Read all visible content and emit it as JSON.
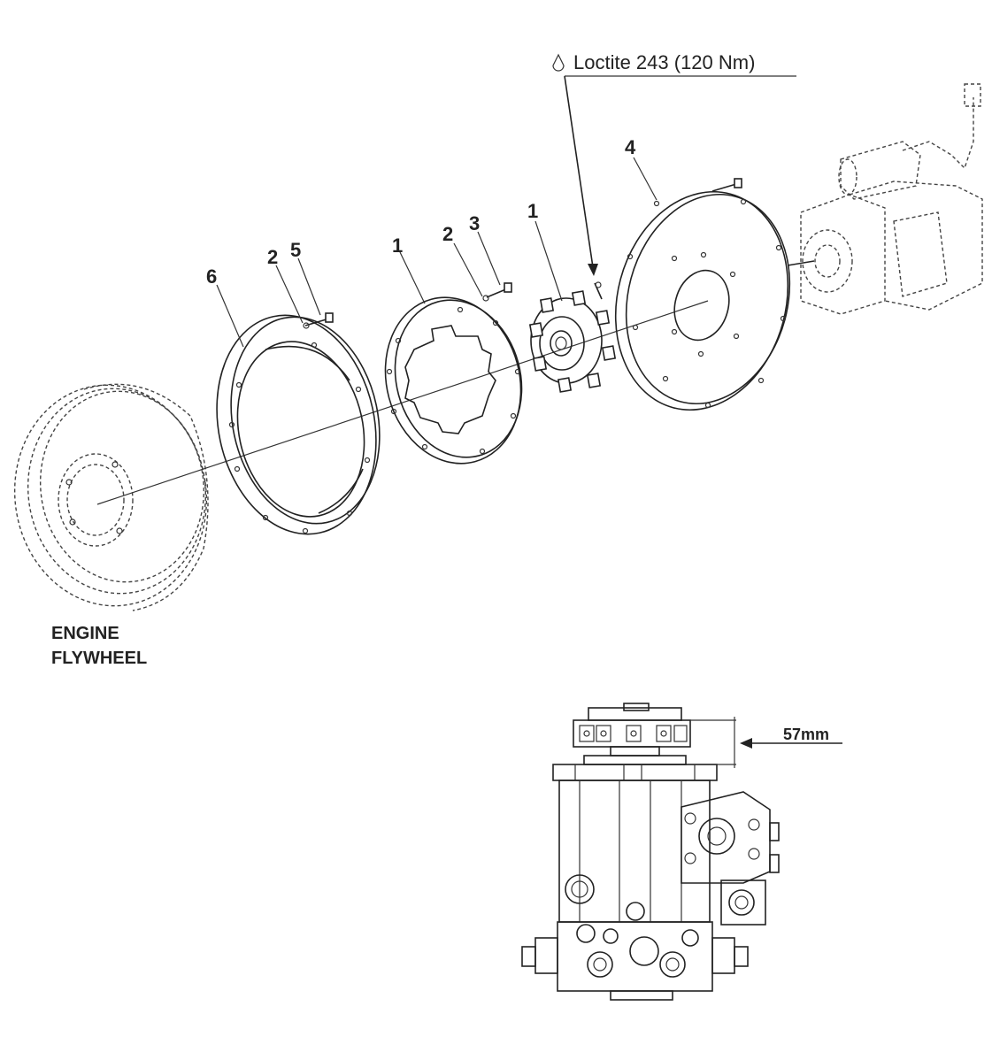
{
  "callouts": {
    "item_6": "6",
    "item_2a": "2",
    "item_5": "5",
    "item_1a": "1",
    "item_2b": "2",
    "item_3": "3",
    "item_1b": "1",
    "item_4": "4"
  },
  "note": {
    "text": "Loctite 243 (120 Nm)",
    "icon": "drop-icon"
  },
  "engine_label": {
    "line1": "ENGINE",
    "line2": "FLYWHEEL"
  },
  "dimension": {
    "text": "57mm"
  }
}
